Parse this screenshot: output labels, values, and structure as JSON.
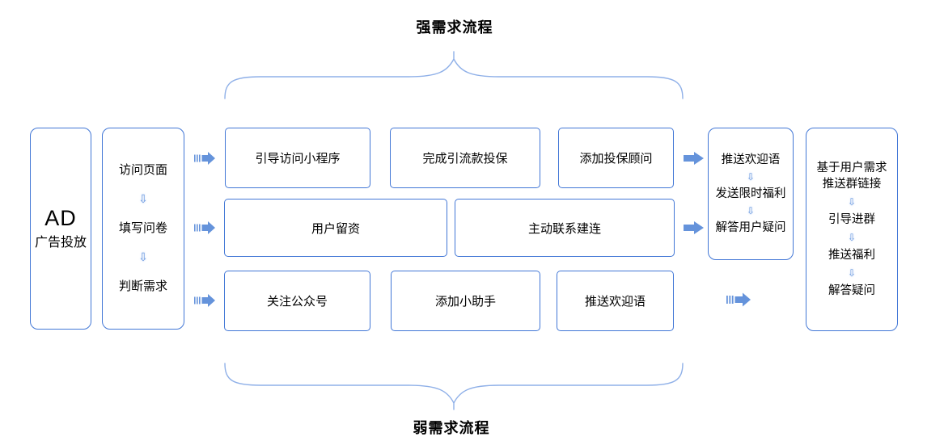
{
  "titles": {
    "strong_flow": "强需求流程",
    "weak_flow": "弱需求流程"
  },
  "ad_box": {
    "title": "AD",
    "subtitle": "广告投放"
  },
  "entry_box": {
    "steps": [
      "访问页面",
      "填写问卷",
      "判断需求"
    ]
  },
  "strong_row": {
    "boxes": [
      "引导访问小程序",
      "完成引流款投保",
      "添加投保顾问"
    ]
  },
  "middle_row": {
    "boxes": [
      "用户留资",
      "主动联系建连"
    ]
  },
  "weak_row": {
    "boxes": [
      "关注公众号",
      "添加小助手",
      "推送欢迎语"
    ]
  },
  "followup_box": {
    "steps": [
      "推送欢迎语",
      "发送限时福利",
      "解答用户疑问"
    ]
  },
  "group_box": {
    "steps": [
      "基于用户需求推送群链接",
      "引导进群",
      "推送福利",
      "解答疑问"
    ]
  },
  "icons": {
    "down_arrow": "⇩"
  },
  "colors": {
    "box_border": "#4277D6",
    "arrow_fill": "#6593DB",
    "brace_stroke": "#8FB0E8",
    "down_arrow": "#6D9BE0",
    "text": "#000000"
  }
}
